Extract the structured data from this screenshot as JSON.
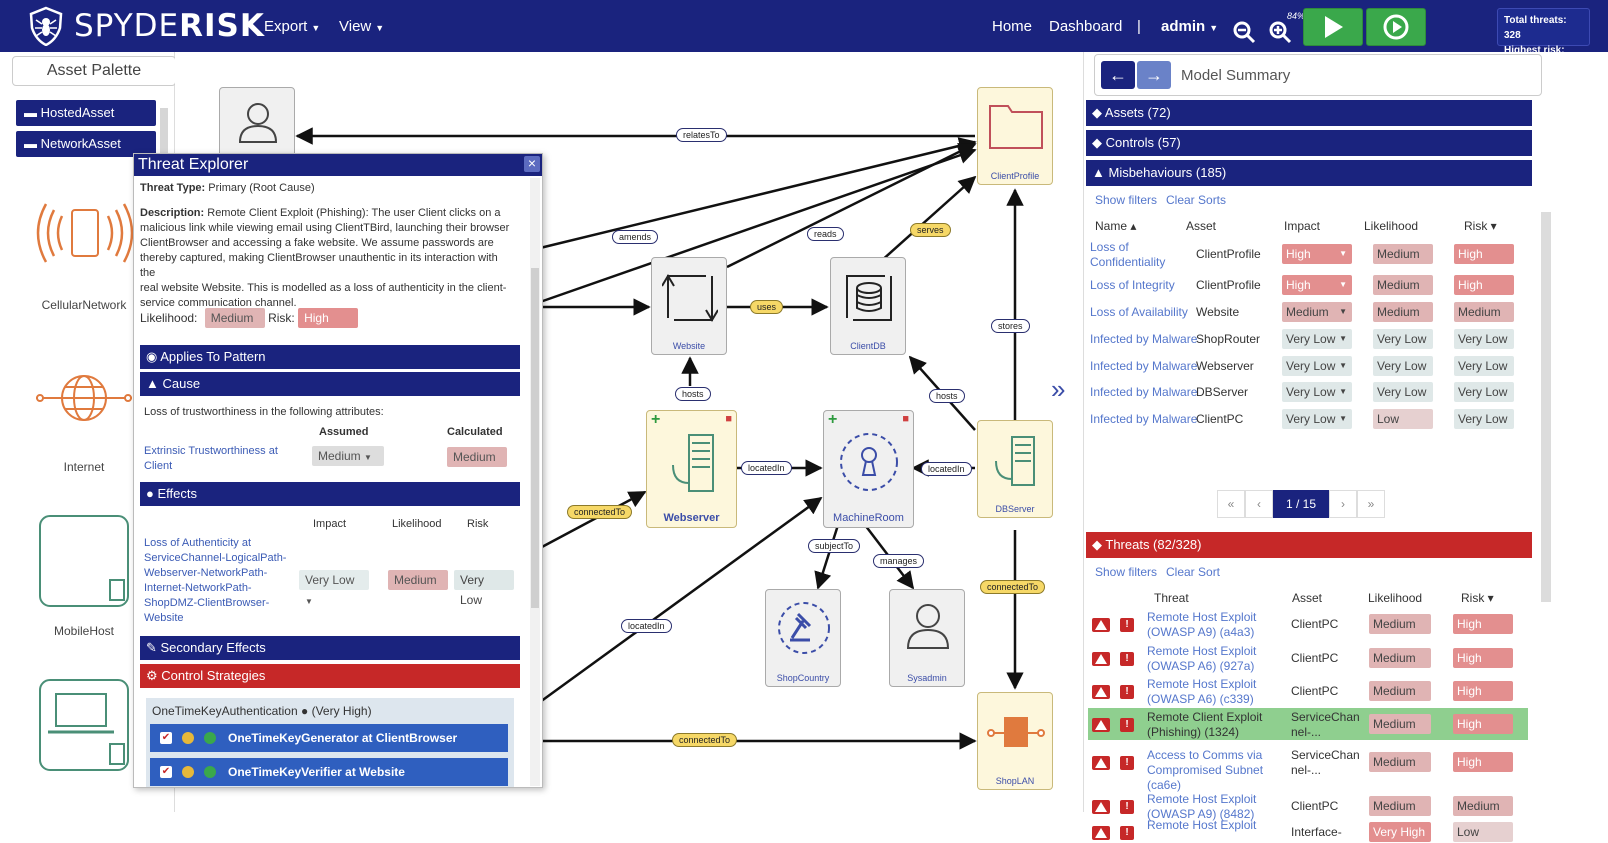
{
  "app": {
    "brand_light": "SPYDE",
    "brand_bold": "RISK"
  },
  "nav": {
    "export": "Export",
    "view": "View",
    "home": "Home",
    "dashboard": "Dashboard",
    "separator": "|",
    "user": "admin",
    "zoom_pct": "84%"
  },
  "stats": {
    "total": "Total threats: 328",
    "highest": "Highest risk: High"
  },
  "palette": {
    "title": "Asset Palette",
    "folders": [
      "HostedAsset",
      "NetworkAsset"
    ],
    "assets": [
      "CellularNetwork",
      "Internet",
      "MobileHost"
    ]
  },
  "canvas": {
    "nodes": {
      "client_profile": "ClientProfile",
      "website": "Website",
      "client_db": "ClientDB",
      "webserver": "Webserver",
      "machine_room": "MachineRoom",
      "db_server": "DBServer",
      "shop_country": "ShopCountry",
      "sysadmin": "Sysadmin",
      "shop_lan": "ShopLAN"
    },
    "edges": {
      "relates_to": "relatesTo",
      "amends": "amends",
      "reads": "reads",
      "serves": "serves",
      "uses": "uses",
      "stores": "stores",
      "hosts1": "hosts",
      "hosts2": "hosts",
      "located_in1": "locatedIn",
      "located_in2": "locatedIn",
      "located_in3": "locatedIn",
      "connected_to1": "connectedTo",
      "connected_to2": "connectedTo",
      "connected_to3": "connectedTo",
      "subject_to": "subjectTo",
      "manages": "manages"
    },
    "expand_glyph": "»"
  },
  "explorer": {
    "title": "Threat Explorer",
    "close": "×",
    "type_label": "Threat Type:",
    "type_value": "Primary (Root Cause)",
    "desc_label": "Description:",
    "desc_lines": [
      "Remote Client Exploit (Phishing): The user Client clicks on a",
      "malicious link while viewing email using ClientTBird, launching their browser",
      "ClientBrowser and accessing a fake website. We assume passwords are",
      "thereby captured, making ClientBrowser unauthentic in its interaction with the",
      "real website Website. This is modelled as a loss of authenticity in the client-",
      "service communication channel."
    ],
    "likelihood_label": "Likelihood:",
    "likelihood": "Medium",
    "risk_label": "Risk:",
    "risk": "High",
    "applies_to": "Applies To Pattern",
    "cause": "Cause",
    "cause_text": "Loss of trustworthiness in the following attributes:",
    "assumed": "Assumed",
    "calculated": "Calculated",
    "cause_attr_1": "Extrinsic Trustworthiness at",
    "cause_attr_2": "Client",
    "assumed_val": "Medium",
    "calculated_val": "Medium",
    "effects": "Effects",
    "eff_impact": "Impact",
    "eff_likelihood": "Likelihood",
    "eff_risk": "Risk",
    "effect_lines": [
      "Loss of Authenticity at",
      "ServiceChannel-LogicalPath-",
      "Webserver-NetworkPath-",
      "Internet-NetworkPath-",
      "ShopDMZ-ClientBrowser-",
      "Website"
    ],
    "effect_impact": "Very Low",
    "effect_likelihood": "Medium",
    "effect_risk": "Very Low",
    "secondary": "Secondary Effects",
    "control_strategies": "Control Strategies",
    "cs_name": "OneTimeKeyAuthentication",
    "cs_level": "(Very High)",
    "controls": [
      "OneTimeKeyGenerator at ClientBrowser",
      "OneTimeKeyVerifier at Website"
    ]
  },
  "summary": {
    "title": "Model Summary",
    "assets": "Assets (72)",
    "controls": "Controls (57)",
    "misbehaviours": "Misbehaviours (185)",
    "show_filters": "Show filters",
    "clear_sorts": "Clear Sorts",
    "mb_headers": {
      "name": "Name ▴",
      "asset": "Asset",
      "impact": "Impact",
      "likelihood": "Likelihood",
      "risk": "Risk ▾"
    },
    "mb_rows": [
      {
        "name1": "Loss of",
        "name2": "Confidentiality",
        "asset": "ClientProfile",
        "impact": "High",
        "likelihood": "Medium",
        "risk": "High"
      },
      {
        "name1": "Loss of Integrity",
        "name2": "",
        "asset": "ClientProfile",
        "impact": "High",
        "likelihood": "Medium",
        "risk": "High"
      },
      {
        "name1": "Loss of Availability",
        "name2": "",
        "asset": "Website",
        "impact": "Medium",
        "likelihood": "Medium",
        "risk": "Medium"
      },
      {
        "name1": "Infected by Malware",
        "name2": "",
        "asset": "ShopRouter",
        "impact": "Very Low",
        "likelihood": "Very Low",
        "risk": "Very Low"
      },
      {
        "name1": "Infected by Malware",
        "name2": "",
        "asset": "Webserver",
        "impact": "Very Low",
        "likelihood": "Very Low",
        "risk": "Very Low"
      },
      {
        "name1": "Infected by Malware",
        "name2": "",
        "asset": "DBServer",
        "impact": "Very Low",
        "likelihood": "Very Low",
        "risk": "Very Low"
      },
      {
        "name1": "Infected by Malware",
        "name2": "",
        "asset": "ClientPC",
        "impact": "Very Low",
        "likelihood": "Low",
        "risk": "Very Low"
      }
    ],
    "pager": {
      "first": "«",
      "prev": "‹",
      "page": "1 / 15",
      "next": "›",
      "last": "»"
    },
    "threats": "Threats (82/328)",
    "clear_sort": "Clear Sort",
    "th_headers": {
      "threat": "Threat",
      "asset": "Asset",
      "likelihood": "Likelihood",
      "risk": "Risk ▾"
    },
    "th_rows": [
      {
        "t1": "Remote Host Exploit",
        "t2": "(OWASP A9) (a4a3)",
        "a1": "ClientPC",
        "a2": "",
        "likelihood": "Medium",
        "risk": "High",
        "hl": false
      },
      {
        "t1": "Remote Host Exploit",
        "t2": "(OWASP A6) (927a)",
        "a1": "ClientPC",
        "a2": "",
        "likelihood": "Medium",
        "risk": "High",
        "hl": false
      },
      {
        "t1": "Remote Host Exploit",
        "t2": "(OWASP A6) (c339)",
        "a1": "ClientPC",
        "a2": "",
        "likelihood": "Medium",
        "risk": "High",
        "hl": false
      },
      {
        "t1": "Remote Client Exploit",
        "t2": "(Phishing) (1324)",
        "a1": "ServiceChan",
        "a2": "nel-...",
        "likelihood": "Medium",
        "risk": "High",
        "hl": true
      },
      {
        "t1": "Access to Comms via",
        "t2": "Compromised Subnet",
        "t3": "(ca6e)",
        "a1": "ServiceChan",
        "a2": "nel-...",
        "likelihood": "Medium",
        "risk": "High",
        "hl": false
      },
      {
        "t1": "Remote Host Exploit",
        "t2": "(OWASP A9) (8482)",
        "a1": "ClientPC",
        "a2": "",
        "likelihood": "Medium",
        "risk": "Medium",
        "hl": false
      },
      {
        "t1": "Remote Host Exploit",
        "t2": "",
        "a1": "Interface-",
        "a2": "",
        "likelihood": "Very High",
        "risk": "Low",
        "hl": false
      }
    ]
  },
  "colors": {
    "nav": "#1a237e",
    "red_bar": "#c62828",
    "green": "#3aa84b",
    "node_yellow": "#fdf7dc",
    "accent_link": "#3b5bb5"
  }
}
